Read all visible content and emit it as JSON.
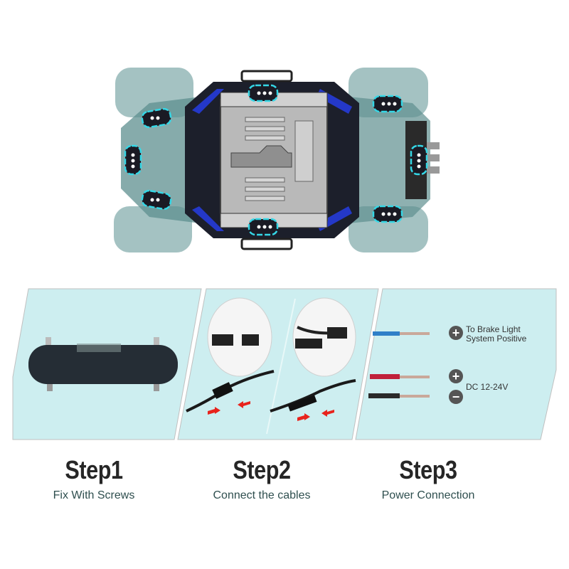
{
  "steps": [
    {
      "title": "Step1",
      "subtitle": "Fix With Screws"
    },
    {
      "title": "Step2",
      "subtitle": "Connect the cables"
    },
    {
      "title": "Step3",
      "subtitle": "Power Connection"
    }
  ],
  "wiring": {
    "brake_label_line1": "To Brake Light",
    "brake_label_line2": "System Positive",
    "dc_label": "DC 12-24V",
    "plus_sign": "+",
    "minus_sign": "−"
  },
  "colors": {
    "panel_bg": "#cdeef0",
    "wire_blue": "#2f7fc8",
    "wire_red": "#c0203a",
    "wire_black": "#2a2a2a",
    "led_cyan": "#35d7e6",
    "body_blue": "#2438c8"
  },
  "icons": {
    "plus": "plus-circle-icon",
    "minus": "minus-circle-icon",
    "arrow": "red-arrow-icon"
  }
}
